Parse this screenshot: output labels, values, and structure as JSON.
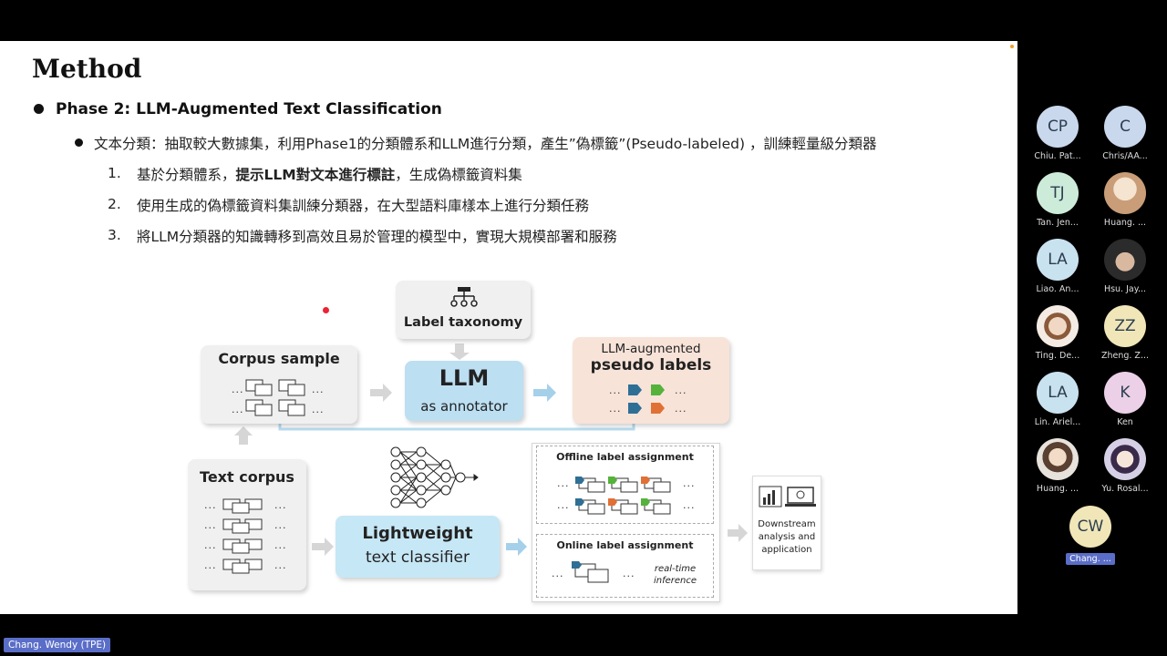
{
  "slide": {
    "title": "Method",
    "phase_heading": "Phase 2: LLM-Augmented Text Classification",
    "sub_bullet": "文本分類：抽取較大數據集，利用Phase1的分類體系和LLM進行分類，產生”偽標籤”(Pseudo-labeled) ，訓練輕量級分類器",
    "items": [
      {
        "num": "1.",
        "pre": "基於分類體系，",
        "bold": "提示LLM對文本進行標註",
        "post": "，生成偽標籤資料集"
      },
      {
        "num": "2.",
        "pre": "使用生成的偽標籤資料集訓練分類器，在大型語料庫樣本上進行分類任務",
        "bold": "",
        "post": ""
      },
      {
        "num": "3.",
        "pre": "將LLM分類器的知識轉移到高效且易於管理的模型中，實現大規模部署和服務",
        "bold": "",
        "post": ""
      }
    ]
  },
  "diagram": {
    "label_taxonomy": "Label taxonomy",
    "corpus_sample": "Corpus sample",
    "llm": "LLM",
    "llm_sub": "as annotator",
    "aug_line1": "LLM-augmented",
    "aug_line2": "pseudo labels",
    "text_corpus": "Text corpus",
    "lw_line1": "Lightweight",
    "lw_line2": "text classifier",
    "offline": "Offline label assignment",
    "online": "Online label assignment",
    "realtime_1": "real-time",
    "realtime_2": "inference",
    "downstream_1": "Downstream",
    "downstream_2": "analysis and",
    "downstream_3": "application",
    "ellipsis": "..."
  },
  "participants": [
    {
      "initials": "CP",
      "name": "Chiu. Pat...",
      "color": "#c9d8ec"
    },
    {
      "initials": "C",
      "name": "Chris/AA...",
      "color": "#c9d8ec"
    },
    {
      "initials": "TJ",
      "name": "Tan. Jen...",
      "color": "#cdebd9"
    },
    {
      "initials": "",
      "name": "Huang. ...",
      "color": "#d8b89a"
    },
    {
      "initials": "LA",
      "name": "Liao. An...",
      "color": "#c9e2f0"
    },
    {
      "initials": "",
      "name": "Hsu. Jay...",
      "color": "#3a3a3a"
    },
    {
      "initials": "",
      "name": "Ting. De...",
      "color": "#e8d6c8"
    },
    {
      "initials": "ZZ",
      "name": "Zheng. Z...",
      "color": "#f0e6b8"
    },
    {
      "initials": "LA",
      "name": "Lin. Ariel...",
      "color": "#c9e2f0"
    },
    {
      "initials": "K",
      "name": "Ken",
      "color": "#ecd0e8"
    },
    {
      "initials": "",
      "name": "Huang. ...",
      "color": "#cfc4bd"
    },
    {
      "initials": "",
      "name": "Yu. Rosal...",
      "color": "#d6d0e6"
    },
    {
      "initials": "CW",
      "name": "Chang. ...",
      "color": "#f0e6b8"
    }
  ],
  "speaker_name": "Chang. Wendy (TPE)"
}
